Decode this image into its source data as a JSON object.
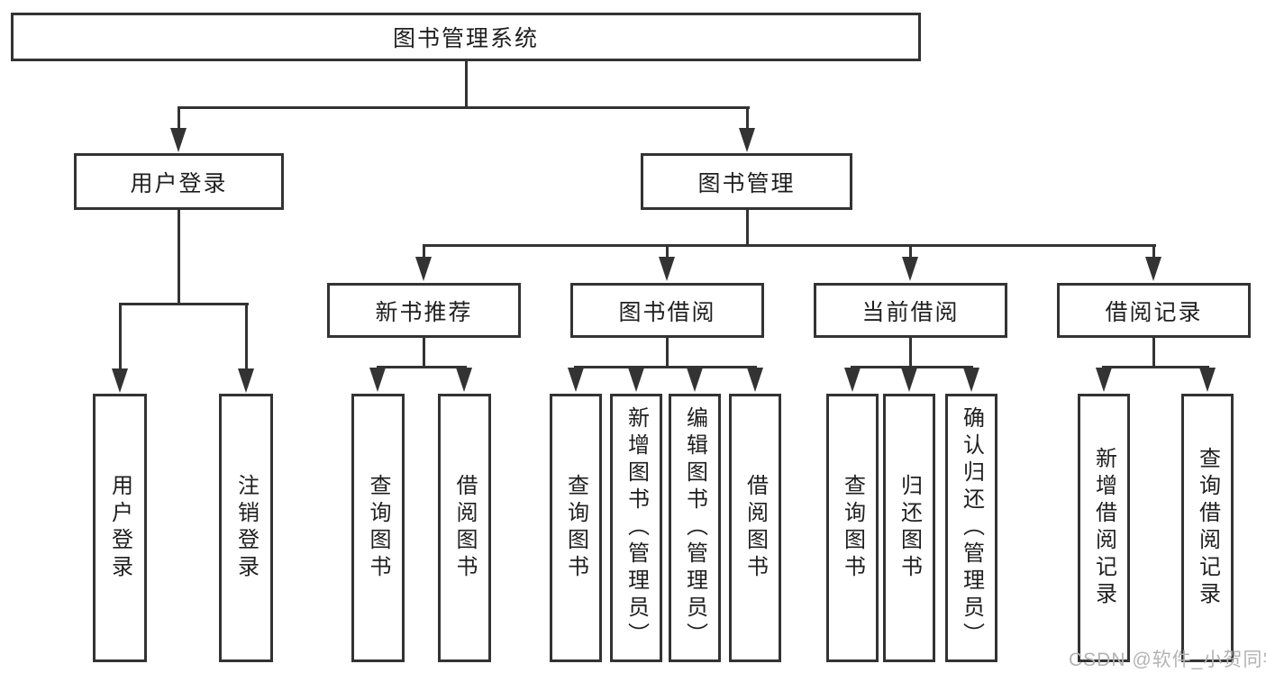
{
  "diagram": {
    "root_label": "图书管理系统",
    "level2": [
      {
        "label": "用户登录"
      },
      {
        "label": "图书管理"
      }
    ],
    "level3": [
      {
        "label": "新书推荐"
      },
      {
        "label": "图书借阅"
      },
      {
        "label": "当前借阅"
      },
      {
        "label": "借阅记录"
      }
    ],
    "leaves": {
      "user_login": [
        "用户登录",
        "注销登录"
      ],
      "new_book_recommend": [
        "查询图书",
        "借阅图书"
      ],
      "book_borrowing": [
        "查询图书",
        "新增图书（管理员）",
        "编辑图书（管理员）",
        "借阅图书"
      ],
      "current_borrowing": [
        "查询图书",
        "归还图书",
        "确认归还（管理员）"
      ],
      "borrowing_records": [
        "新增借阅记录",
        "查询借阅记录"
      ]
    },
    "watermark": "CSDN @软件_小贺同学",
    "colors": {
      "line": "#333333",
      "text": "#1f1f1f",
      "watermark": "#b3b3b3",
      "background": "#ffffff"
    }
  }
}
